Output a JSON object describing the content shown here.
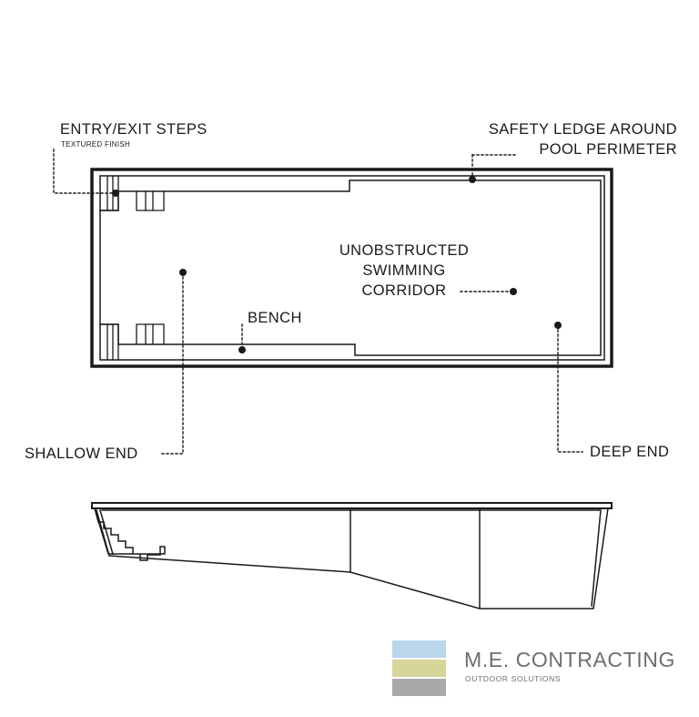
{
  "labels": {
    "entry_exit_steps": "ENTRY/EXIT STEPS",
    "textured_finish": "TEXTURED FINISH",
    "safety_ledge_line1": "SAFETY LEDGE AROUND",
    "safety_ledge_line2": "POOL PERIMETER",
    "unobstructed_line1": "UNOBSTRUCTED",
    "unobstructed_line2": "SWIMMING",
    "unobstructed_line3": "CORRIDOR",
    "bench": "BENCH",
    "shallow_end": "SHALLOW END",
    "deep_end": "DEEP END"
  },
  "logo": {
    "name": "M.E. CONTRACTING",
    "tagline": "OUTDOOR SOLUTIONS",
    "colors": {
      "top": "#b9d6ea",
      "middle": "#d6d59a",
      "bottom": "#a9a9aa",
      "text": "#6e6e70"
    }
  },
  "colors": {
    "line": "#1a1a1a",
    "background": "#ffffff"
  }
}
